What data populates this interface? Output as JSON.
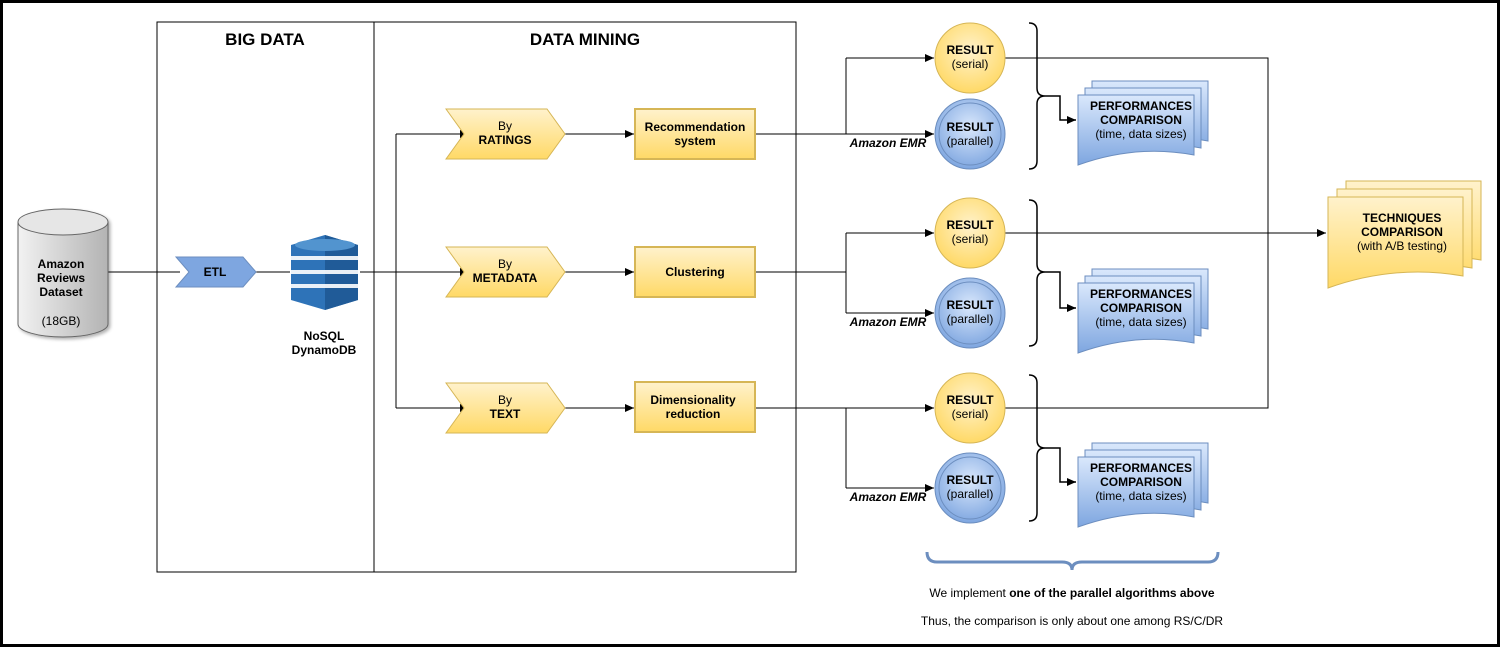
{
  "sections": {
    "big_data": "BIG DATA",
    "data_mining": "DATA MINING"
  },
  "dataset": {
    "line1": "Amazon",
    "line2": "Reviews",
    "line3": "Dataset",
    "size": "(18GB)"
  },
  "etl": "ETL",
  "db": {
    "line1": "NoSQL",
    "line2": "DynamoDB"
  },
  "by_label": "By",
  "chevrons": [
    "RATINGS",
    "METADATA",
    "TEXT"
  ],
  "algorithms": [
    {
      "line1": "Recommendation",
      "line2": "system"
    },
    {
      "line1": "Clustering",
      "line2": ""
    },
    {
      "line1": "Dimensionality",
      "line2": "reduction"
    }
  ],
  "result": {
    "title": "RESULT",
    "serial": "(serial)",
    "parallel": "(parallel)"
  },
  "emr_label": "Amazon EMR",
  "perf": {
    "line1": "PERFORMANCES",
    "line2": "COMPARISON",
    "line3": "(time, data sizes)"
  },
  "techniques": {
    "line1": "TECHNIQUES",
    "line2": "COMPARISON",
    "line3": "(with A/B testing)"
  },
  "notes": {
    "prefix": "We implement ",
    "bold": "one of the parallel algorithms above",
    "line2": "Thus, the comparison is only about one among RS/C/DR"
  },
  "colors": {
    "yellow_fill": "#FFD966",
    "yellow_stroke": "#D6B656",
    "blue_fill": "#7EA6E0",
    "blue_stroke": "#6C8EBF",
    "dynamo_blue": "#2E73B8",
    "brace_blue": "#6C8EBF"
  }
}
